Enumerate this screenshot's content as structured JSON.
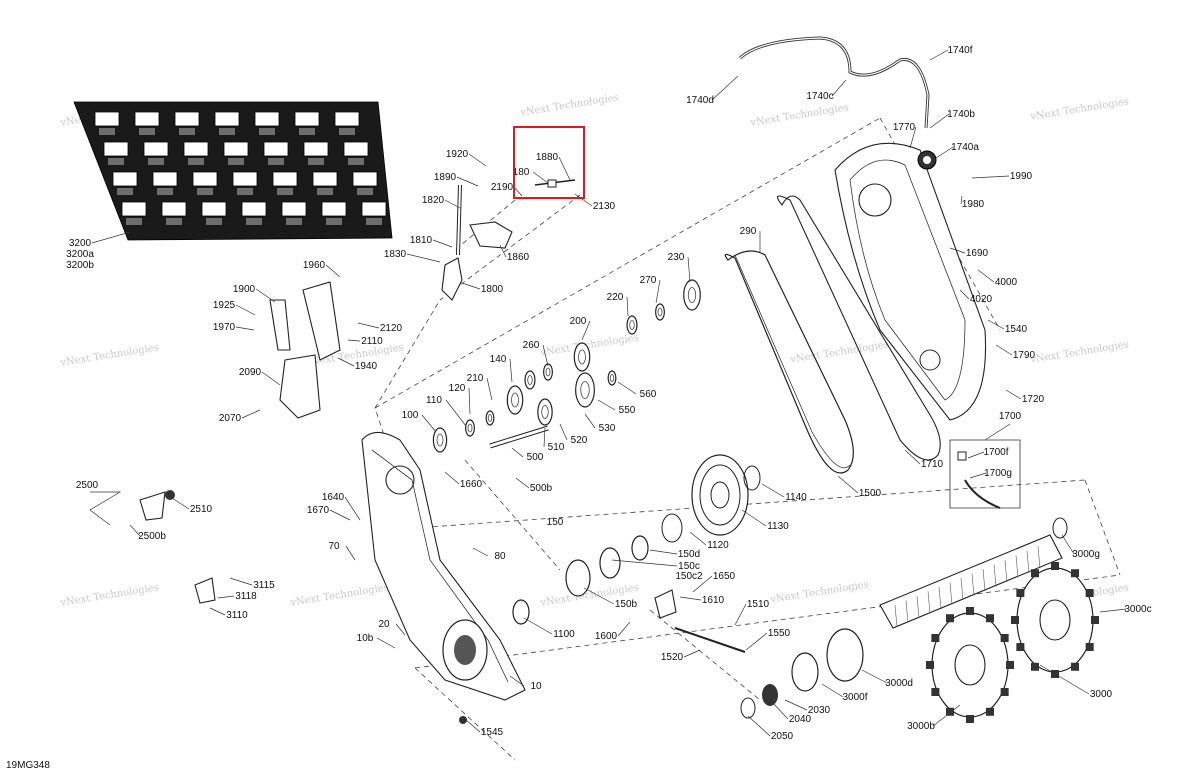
{
  "diagram": {
    "code": "19MG348",
    "watermark": "vNext Technologies",
    "highlight_color": "#e01a1a",
    "labels": [
      "3200",
      "3200a",
      "3200b",
      "1920",
      "1890",
      "1820",
      "1810",
      "1830",
      "2190",
      "1880",
      "180",
      "2130",
      "1860",
      "1800",
      "1960",
      "1900",
      "1925",
      "1970",
      "2120",
      "2110",
      "1940",
      "2090",
      "2070",
      "1740f",
      "1740d",
      "1740c",
      "1740b",
      "1740a",
      "1770",
      "1990",
      "1980",
      "290",
      "1690",
      "4000",
      "4020",
      "1540",
      "1790",
      "1720",
      "1700",
      "1700f",
      "1700g",
      "1710",
      "1500",
      "230",
      "270",
      "220",
      "200",
      "260",
      "140",
      "210",
      "120",
      "110",
      "100",
      "560",
      "550",
      "530",
      "520",
      "510",
      "500",
      "500b",
      "1660",
      "1640",
      "1670",
      "70",
      "80",
      "2500",
      "2510",
      "2500b",
      "150",
      "150d",
      "150c",
      "150c2",
      "150b",
      "1650",
      "1610",
      "1600",
      "1510",
      "1550",
      "1520",
      "3115",
      "3118",
      "3110",
      "20",
      "10b",
      "1100",
      "10",
      "1545",
      "1140",
      "1130",
      "1120",
      "3000g",
      "3000c",
      "3000d",
      "3000f",
      "3000",
      "3000b",
      "2030",
      "2040",
      "2050"
    ]
  }
}
